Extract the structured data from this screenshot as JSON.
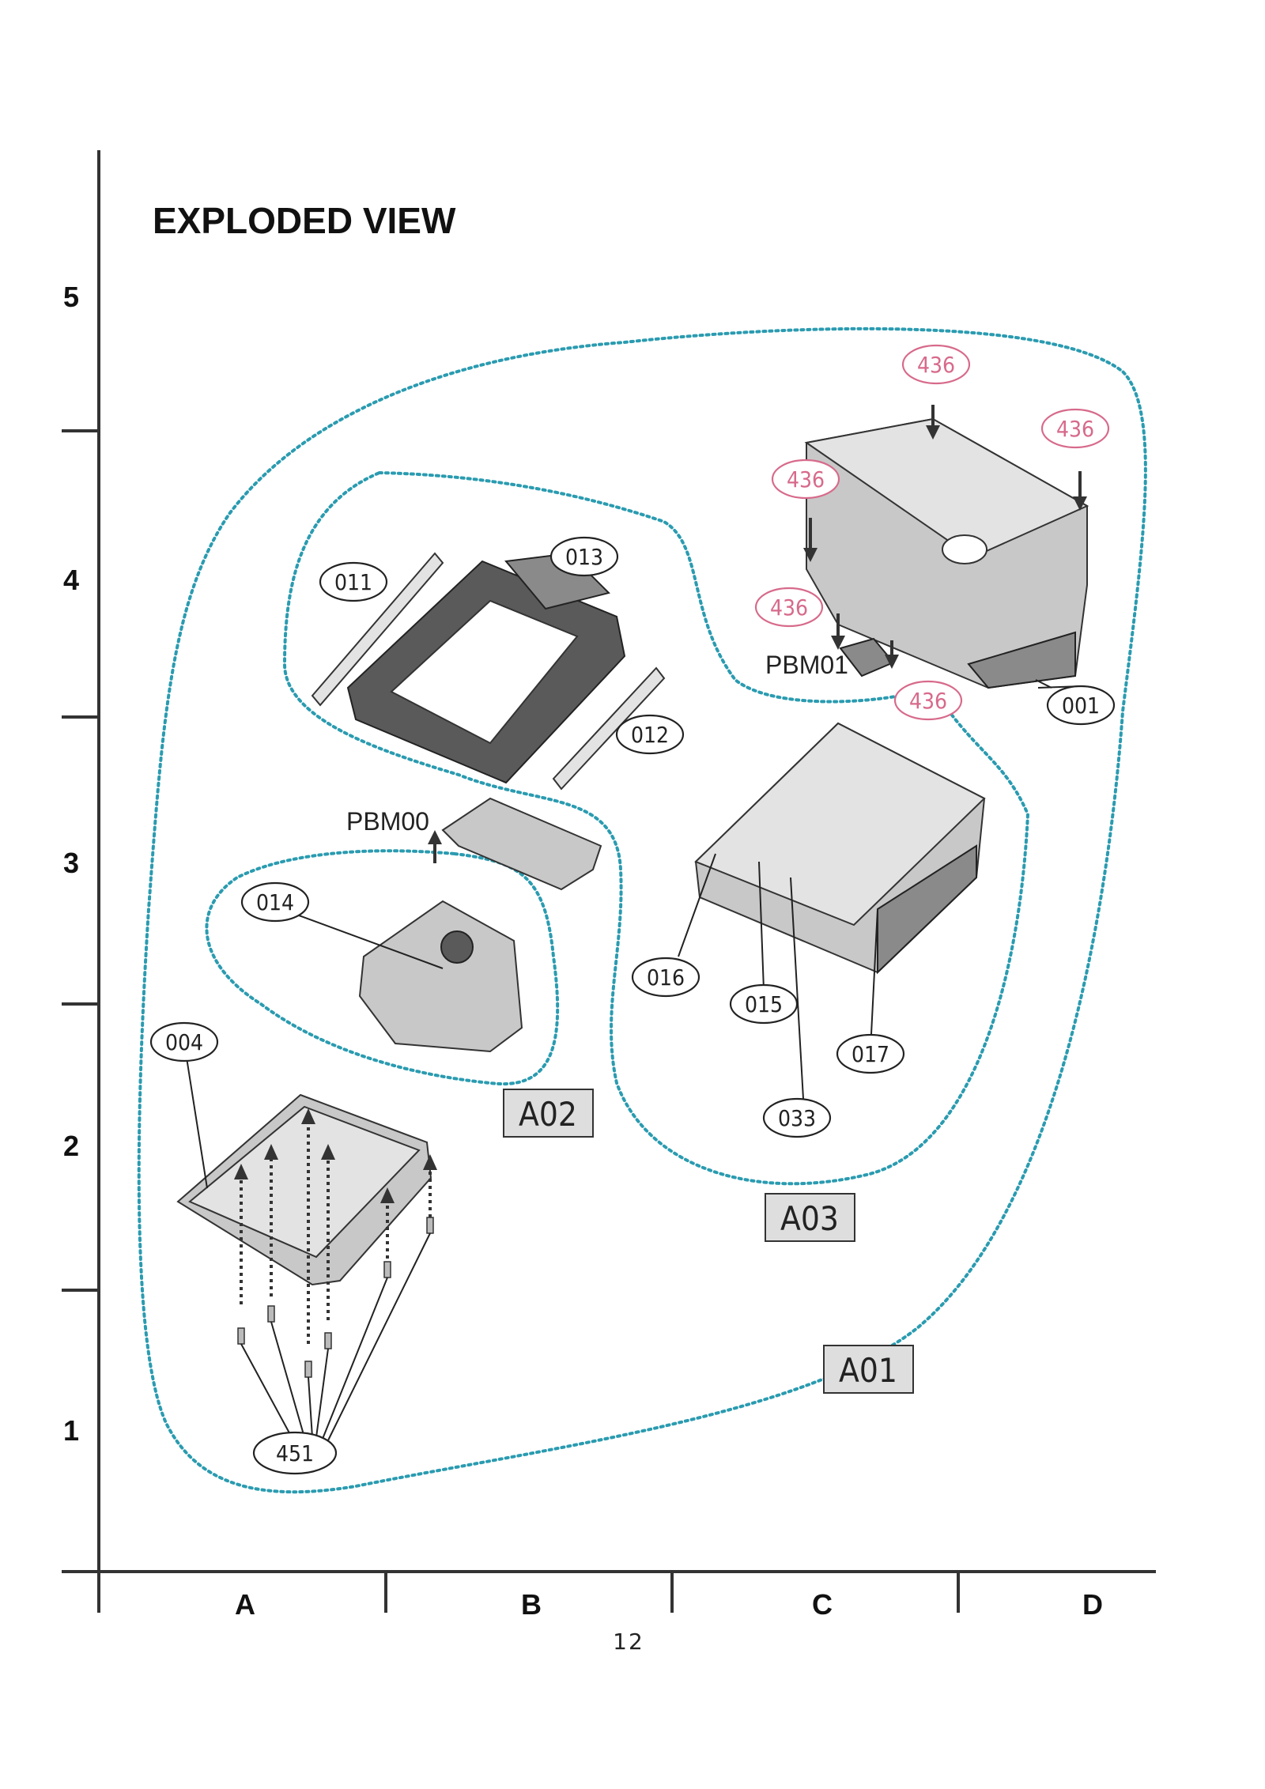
{
  "title": "EXPLODED VIEW",
  "page_number": "12",
  "grid": {
    "rows": [
      "5",
      "4",
      "3",
      "2",
      "1"
    ],
    "columns": [
      "A",
      "B",
      "C",
      "D"
    ]
  },
  "assemblies": {
    "a01": "A01",
    "a02": "A02",
    "a03": "A03"
  },
  "part_labels": {
    "pbm00": "PBM00",
    "pbm01": "PBM01"
  },
  "callouts": {
    "c001": "001",
    "c004": "004",
    "c011": "011",
    "c012": "012",
    "c013": "013",
    "c014": "014",
    "c015": "015",
    "c016": "016",
    "c017": "017",
    "c033": "033",
    "c436a": "436",
    "c436b": "436",
    "c436c": "436",
    "c436d": "436",
    "c436e": "436",
    "c451": "451"
  },
  "colors": {
    "boundary": "#2a9bb0",
    "screw_callout": "#d76a8b",
    "assembly_box": "#dedede"
  }
}
